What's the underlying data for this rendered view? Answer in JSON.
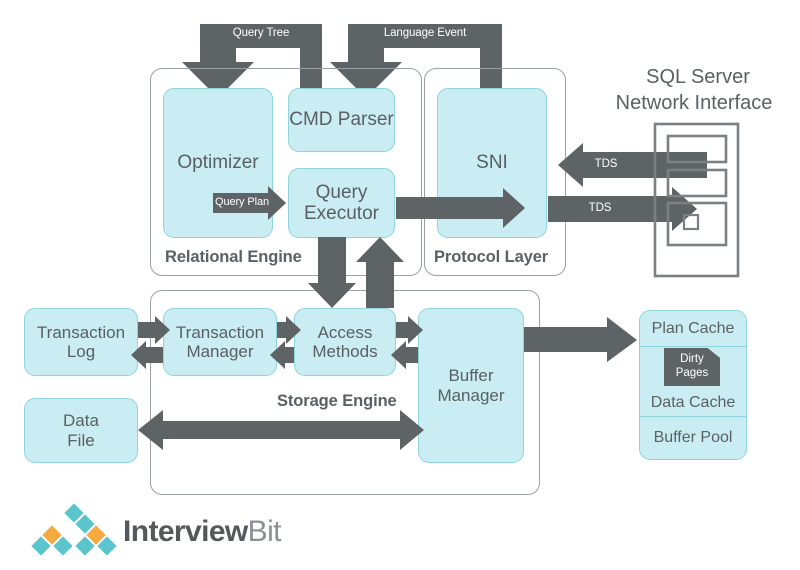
{
  "diagram": {
    "title_right": {
      "line1": "SQL Server",
      "line2": "Network Interface"
    },
    "groups": {
      "relational_engine": "Relational Engine",
      "protocol_layer": "Protocol Layer",
      "storage_engine": "Storage Engine"
    },
    "boxes": {
      "optimizer": "Optimizer",
      "cmd_parser": "CMD Parser",
      "query_executor_l1": "Query",
      "query_executor_l2": "Executor",
      "sni": "SNI",
      "transaction_log_l1": "Transaction",
      "transaction_log_l2": "Log",
      "transaction_manager_l1": "Transaction",
      "transaction_manager_l2": "Manager",
      "access_methods_l1": "Access",
      "access_methods_l2": "Methods",
      "buffer_manager_l1": "Buffer",
      "buffer_manager_l2": "Manager",
      "data_file_l1": "Data",
      "data_file_l2": "File"
    },
    "buffer_pool": {
      "plan_cache": "Plan Cache",
      "data_cache": "Data Cache",
      "buffer_pool": "Buffer Pool",
      "dirty_pages_l1": "Dirty",
      "dirty_pages_l2": "Pages"
    },
    "arrow_labels": {
      "query_tree": "Query Tree",
      "language_event": "Language Event",
      "query_plan": "Query Plan",
      "tds_in": "TDS",
      "tds_out": "TDS"
    },
    "logo": {
      "part1": "Interview",
      "part2": "Bit"
    },
    "colors": {
      "box_fill": "#c9edf2",
      "box_border": "#8fd4dd",
      "arrow_gray": "#5e6366",
      "group_border": "#9aa0a4",
      "text_gray": "#5b6064",
      "logo_teal": "#5bc5cd",
      "logo_orange": "#f5a93f"
    }
  }
}
